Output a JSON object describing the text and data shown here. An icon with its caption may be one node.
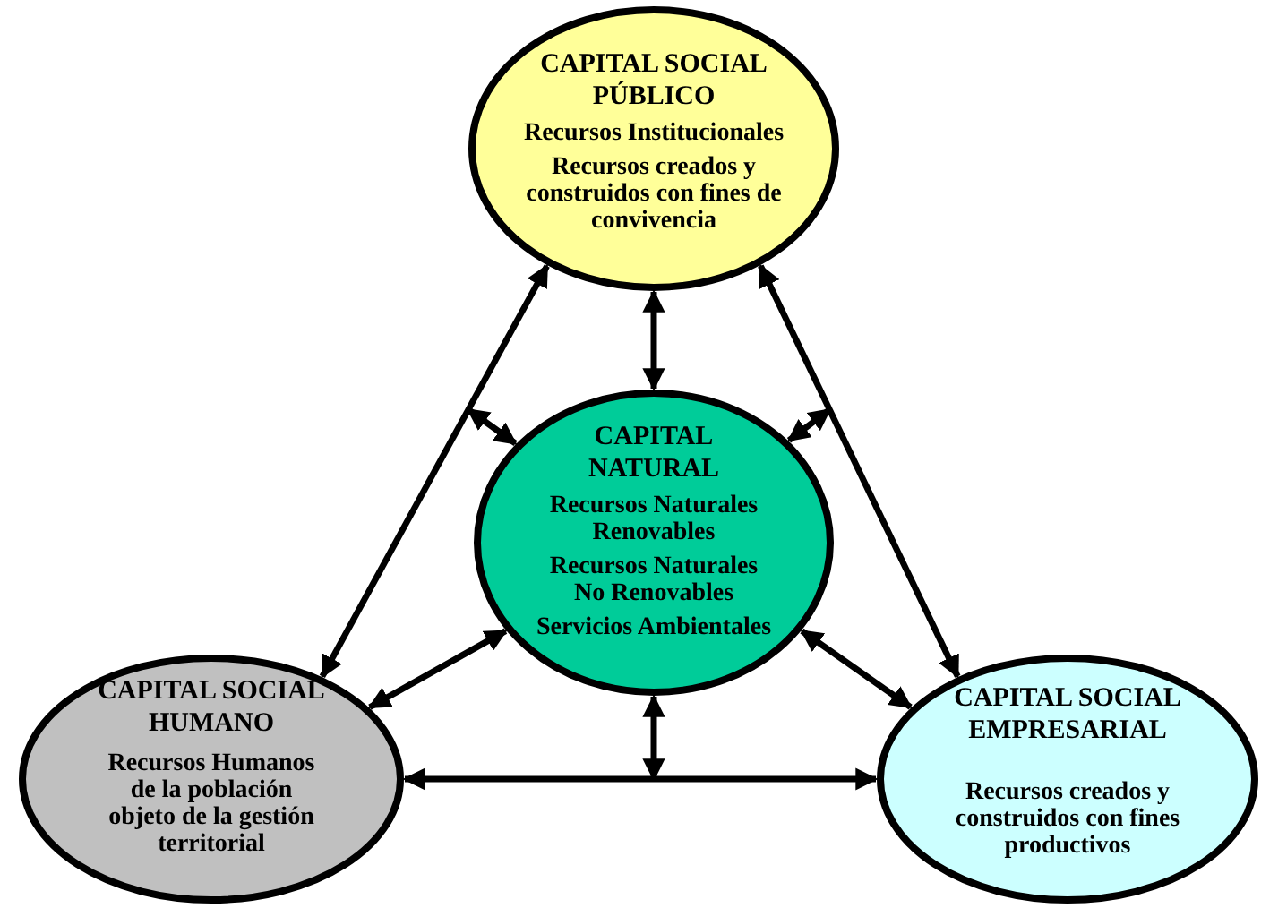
{
  "diagram": {
    "nodes": [
      {
        "text": [
          "CAPITAL SOCIAL PÚBLICO",
          "Recursos Institucionales",
          "Recursos creados y construidos con fines de convivencia"
        ]
      },
      {
        "text": [
          "CAPITAL NATURAL",
          "Recursos Naturales Renovables",
          "Recursos Naturales No Renovables",
          "Servicios Ambientales"
        ]
      },
      {
        "text": [
          "CAPITAL SOCIAL HUMANO",
          "Recursos Humanos de la población objeto de la gestión territorial"
        ]
      },
      {
        "text": [
          "CAPITAL SOCIAL EMPRESARIAL",
          "Recursos creados y construidos con fines productivos"
        ]
      }
    ],
    "edges": [
      {
        "from": 0,
        "to": 1,
        "arrow": "both"
      },
      {
        "from": 0,
        "to": 2,
        "arrow": "both"
      },
      {
        "from": 0,
        "to": 3,
        "arrow": "both"
      },
      {
        "from": 2,
        "to": 3,
        "arrow": "both"
      },
      {
        "from": 1,
        "to": null,
        "arrow": "both"
      },
      {
        "from": 1,
        "to": null,
        "arrow": "both"
      },
      {
        "from": 1,
        "to": null,
        "arrow": "both"
      },
      {
        "from": 1,
        "to": 2,
        "arrow": "both"
      },
      {
        "from": 1,
        "to": 3,
        "arrow": "both"
      }
    ]
  }
}
